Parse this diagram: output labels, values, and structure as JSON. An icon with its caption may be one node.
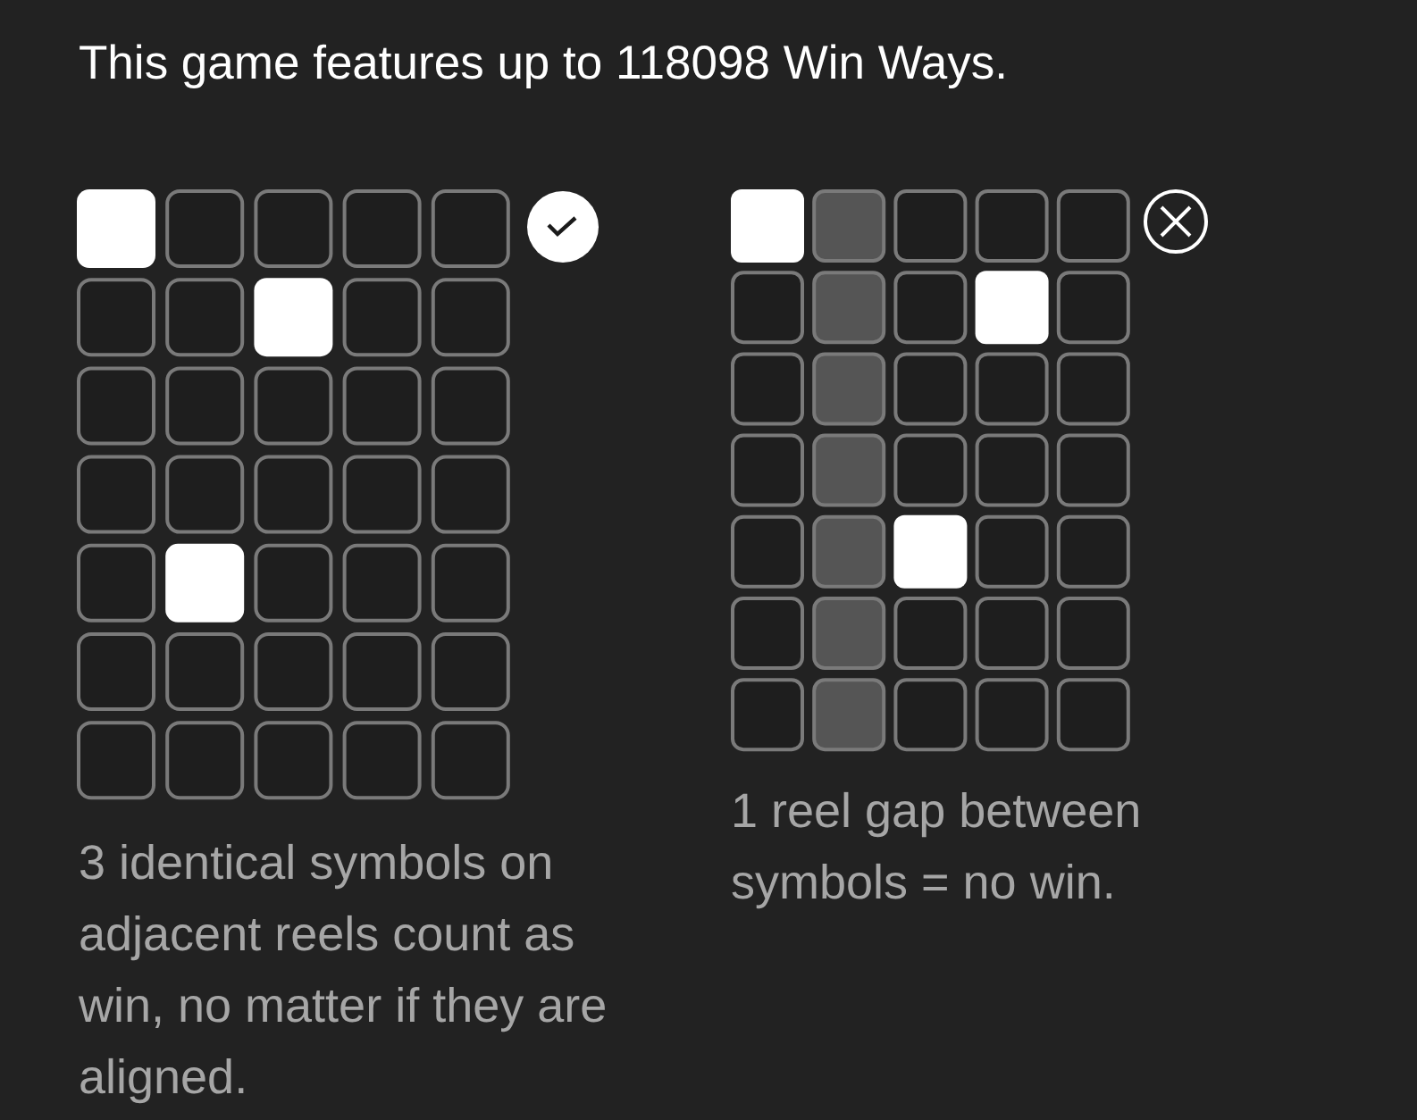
{
  "diagram": {
    "title": "This game features up to 118098 Win Ways.",
    "labels": [
      "3 identical symbols on adjacent reels count as win, no matter if they are aligned.",
      "1 reel gap between symbols = no win."
    ]
  }
}
